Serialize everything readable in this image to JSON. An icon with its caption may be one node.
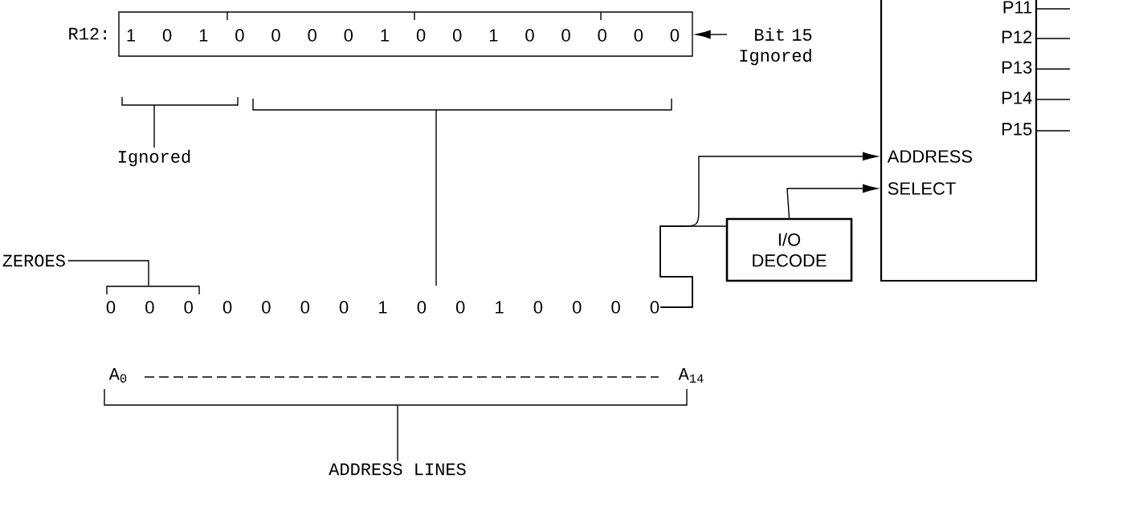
{
  "diagram": {
    "nodes": [
      {
        "text": [
          "R12:",
          "1",
          "0",
          "1",
          "0",
          "0",
          "0",
          "0",
          "1",
          "0",
          "0",
          "1",
          "0",
          "0",
          "0",
          "0",
          "0"
        ]
      },
      {
        "text": [
          "Bit 15 Ignored"
        ]
      },
      {
        "text": [
          "Ignored"
        ]
      },
      {
        "text": [
          "0",
          "0",
          "0",
          "0",
          "0",
          "0",
          "0",
          "1",
          "0",
          "0",
          "1",
          "0",
          "0",
          "0",
          "0"
        ]
      },
      {
        "text": [
          "ZEROES"
        ]
      },
      {
        "text": [
          "I/O DECODE"
        ]
      },
      {
        "text": [
          "P11",
          "P12",
          "P13",
          "P14",
          "P15",
          "ADDRESS",
          "SELECT"
        ]
      },
      {
        "text": [
          "ADDRESS LINES"
        ]
      },
      {
        "text": [],
        "shape": "bracket"
      }
    ],
    "edges": [
      {
        "from": 1,
        "to": 0,
        "arrow": "to"
      },
      {
        "from": 2,
        "to": null,
        "arrow": "none"
      },
      {
        "from": null,
        "to": 3,
        "arrow": "none"
      },
      {
        "from": 4,
        "to": 3,
        "arrow": "none"
      },
      {
        "from": 3,
        "to": 6,
        "arrow": "to"
      },
      {
        "from": 3,
        "to": 5,
        "arrow": "none"
      },
      {
        "from": 5,
        "to": 6,
        "arrow": "to"
      },
      {
        "from": 7,
        "to": 8,
        "arrow": "none"
      }
    ],
    "labels": [
      "A$_{0}$",
      "A$_{14}$"
    ]
  }
}
